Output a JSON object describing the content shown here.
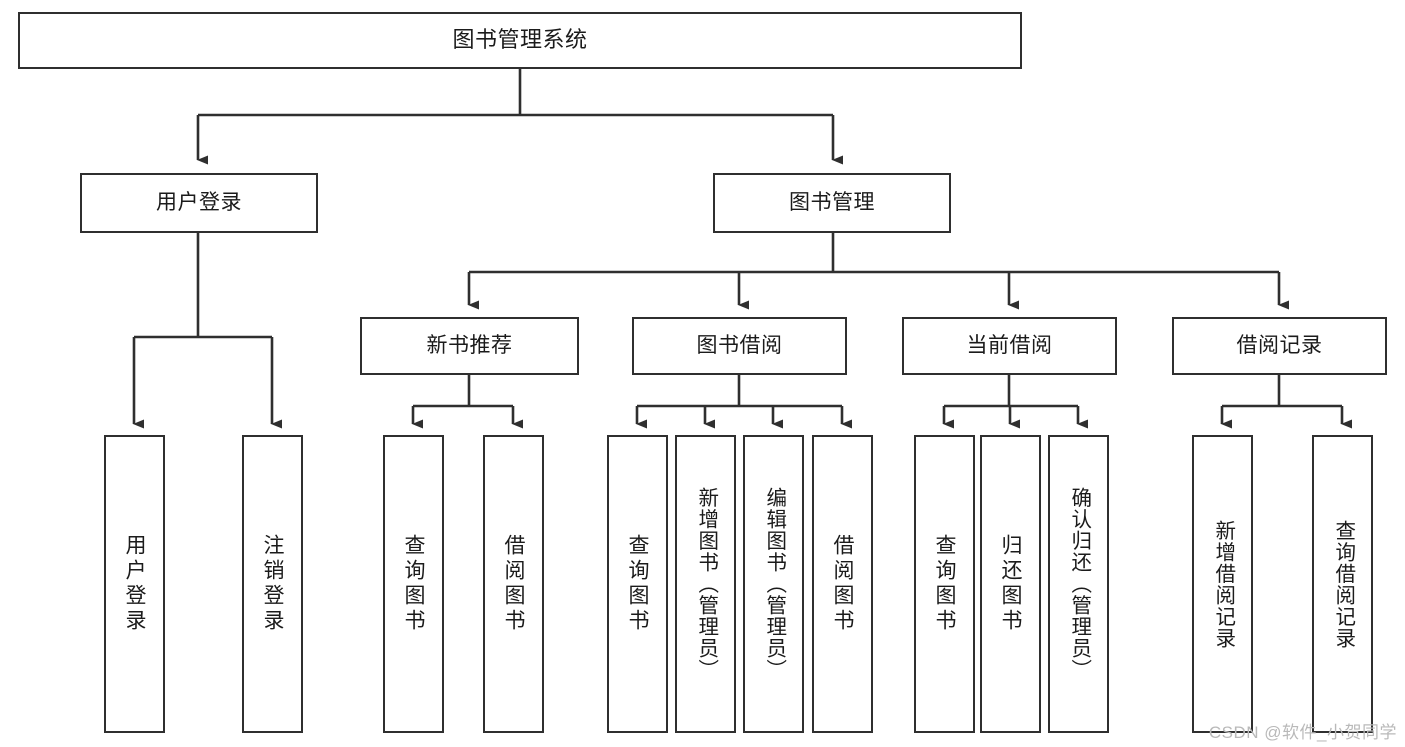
{
  "diagram": {
    "title": "图书管理系统",
    "type": "tree",
    "colors": {
      "stroke": "#2f2f2f",
      "fill": "#ffffff",
      "text": "#1b1b1b",
      "watermark": "#b9b9b9"
    },
    "root": {
      "label": "图书管理系统"
    },
    "level1": [
      {
        "label": "用户登录"
      },
      {
        "label": "图书管理"
      }
    ],
    "level2": [
      {
        "label": "新书推荐"
      },
      {
        "label": "图书借阅"
      },
      {
        "label": "当前借阅"
      },
      {
        "label": "借阅记录"
      }
    ],
    "leaves": {
      "user_login": [
        {
          "label": "用户登录"
        },
        {
          "label": "注销登录"
        }
      ],
      "new_book_recommend": [
        {
          "label": "查询图书"
        },
        {
          "label": "借阅图书"
        }
      ],
      "book_borrow": [
        {
          "label": "查询图书"
        },
        {
          "label": "新增图书（管理员）"
        },
        {
          "label": "编辑图书（管理员）"
        },
        {
          "label": "借阅图书"
        }
      ],
      "current_borrow": [
        {
          "label": "查询图书"
        },
        {
          "label": "归还图书"
        },
        {
          "label": "确认归还（管理员）"
        }
      ],
      "borrow_record": [
        {
          "label": "新增借阅记录"
        },
        {
          "label": "查询借阅记录"
        }
      ]
    }
  },
  "watermark": {
    "text": "CSDN @软件_小贺同学"
  }
}
